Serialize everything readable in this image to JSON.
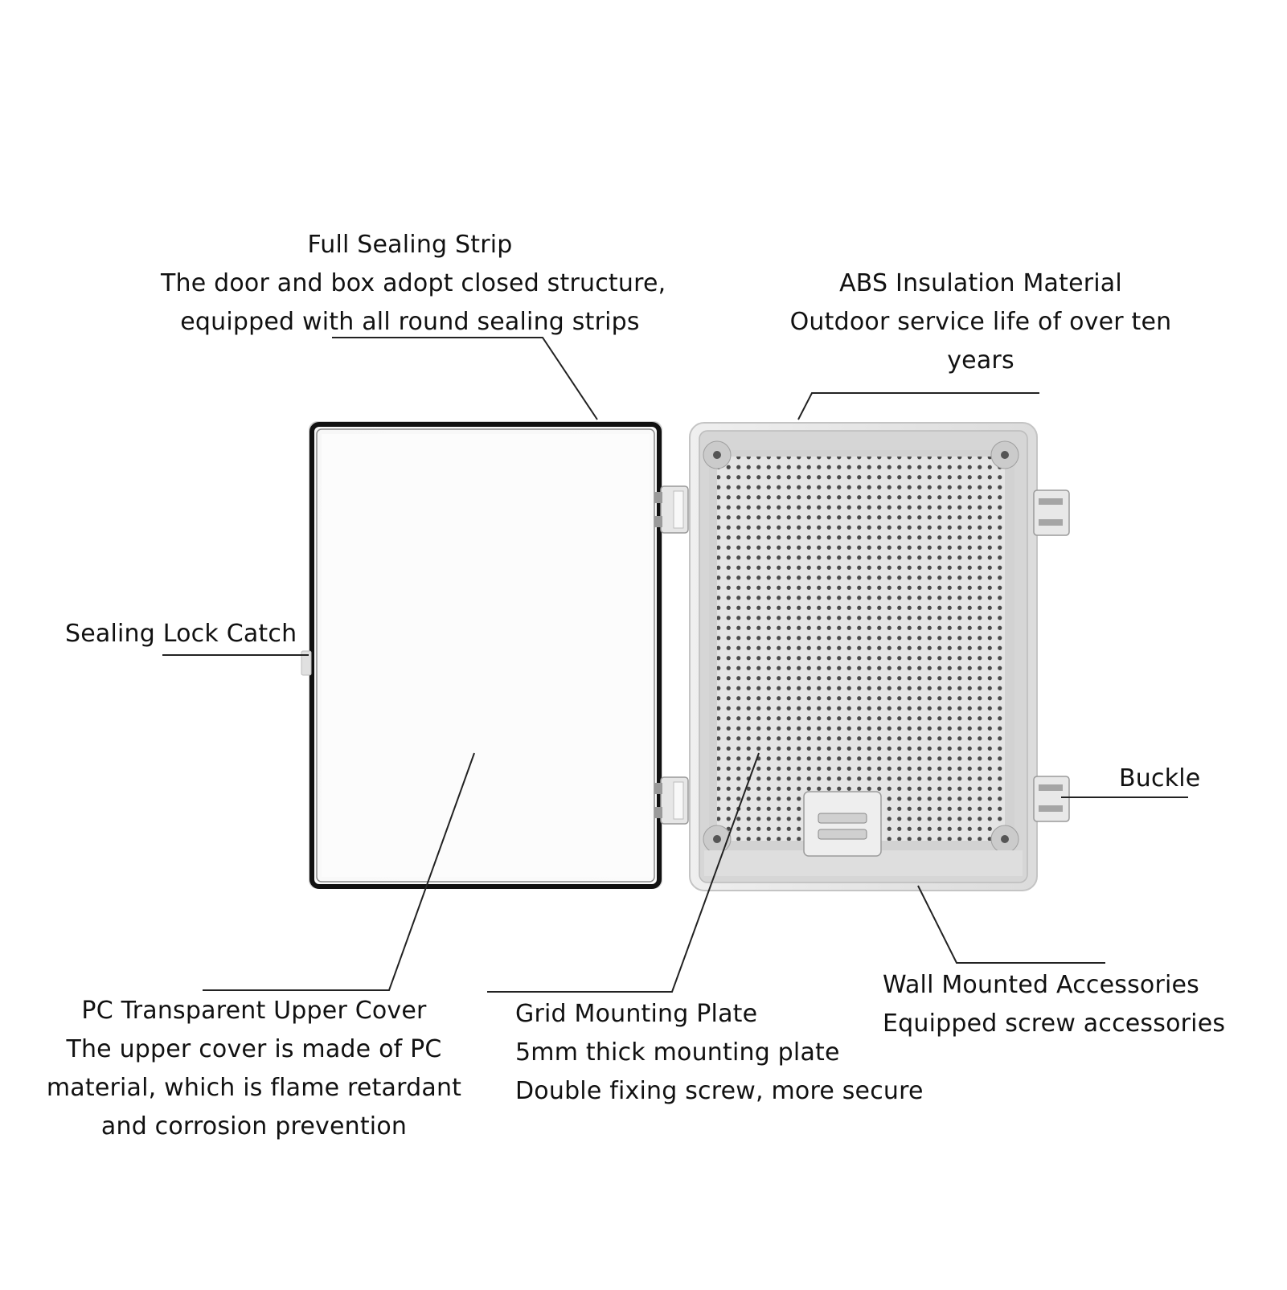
{
  "callouts": {
    "full_sealing_strip": {
      "title": "Full Sealing Strip",
      "line1": "The door and box adopt closed structure,",
      "line2": "equipped with all round sealing strips"
    },
    "abs_insulation": {
      "title": "ABS Insulation Material",
      "line1": "Outdoor service life of over ten",
      "line2": "years"
    },
    "sealing_lock_catch": {
      "title": "Sealing Lock Catch"
    },
    "buckle": {
      "title": "Buckle"
    },
    "pc_cover": {
      "title": "PC Transparent Upper Cover",
      "line1": "The upper cover is made of PC",
      "line2": "material, which is flame retardant",
      "line3": "and corrosion prevention"
    },
    "grid_plate": {
      "title": "Grid Mounting Plate",
      "line1": "5mm thick mounting plate",
      "line2": "Double fixing screw, more secure"
    },
    "wall_mount": {
      "title": "Wall Mounted Accessories",
      "line1": "Equipped screw accessories"
    }
  }
}
